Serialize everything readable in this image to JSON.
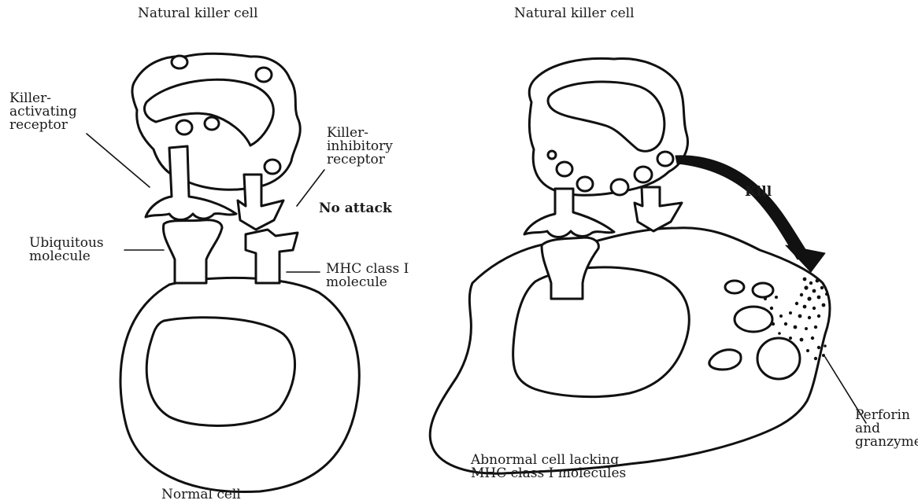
{
  "labels": {
    "nk_left": "Natural killer cell",
    "nk_right": "Natural killer cell",
    "killer_activating": [
      "Killer-",
      "activating",
      "receptor"
    ],
    "killer_inhibitory": [
      "Killer-",
      "inhibitory",
      "receptor"
    ],
    "no_attack": "No attack",
    "ubiquitous": [
      "Ubiquitous",
      "molecule"
    ],
    "mhc": [
      "MHC class I",
      "molecule"
    ],
    "normal_cell": "Normal cell",
    "kill": "Kill",
    "perforin": [
      "Perforin",
      "and",
      "granzymes"
    ],
    "abnormal": [
      "Abnormal cell lacking",
      "MHC class I molecules"
    ]
  }
}
